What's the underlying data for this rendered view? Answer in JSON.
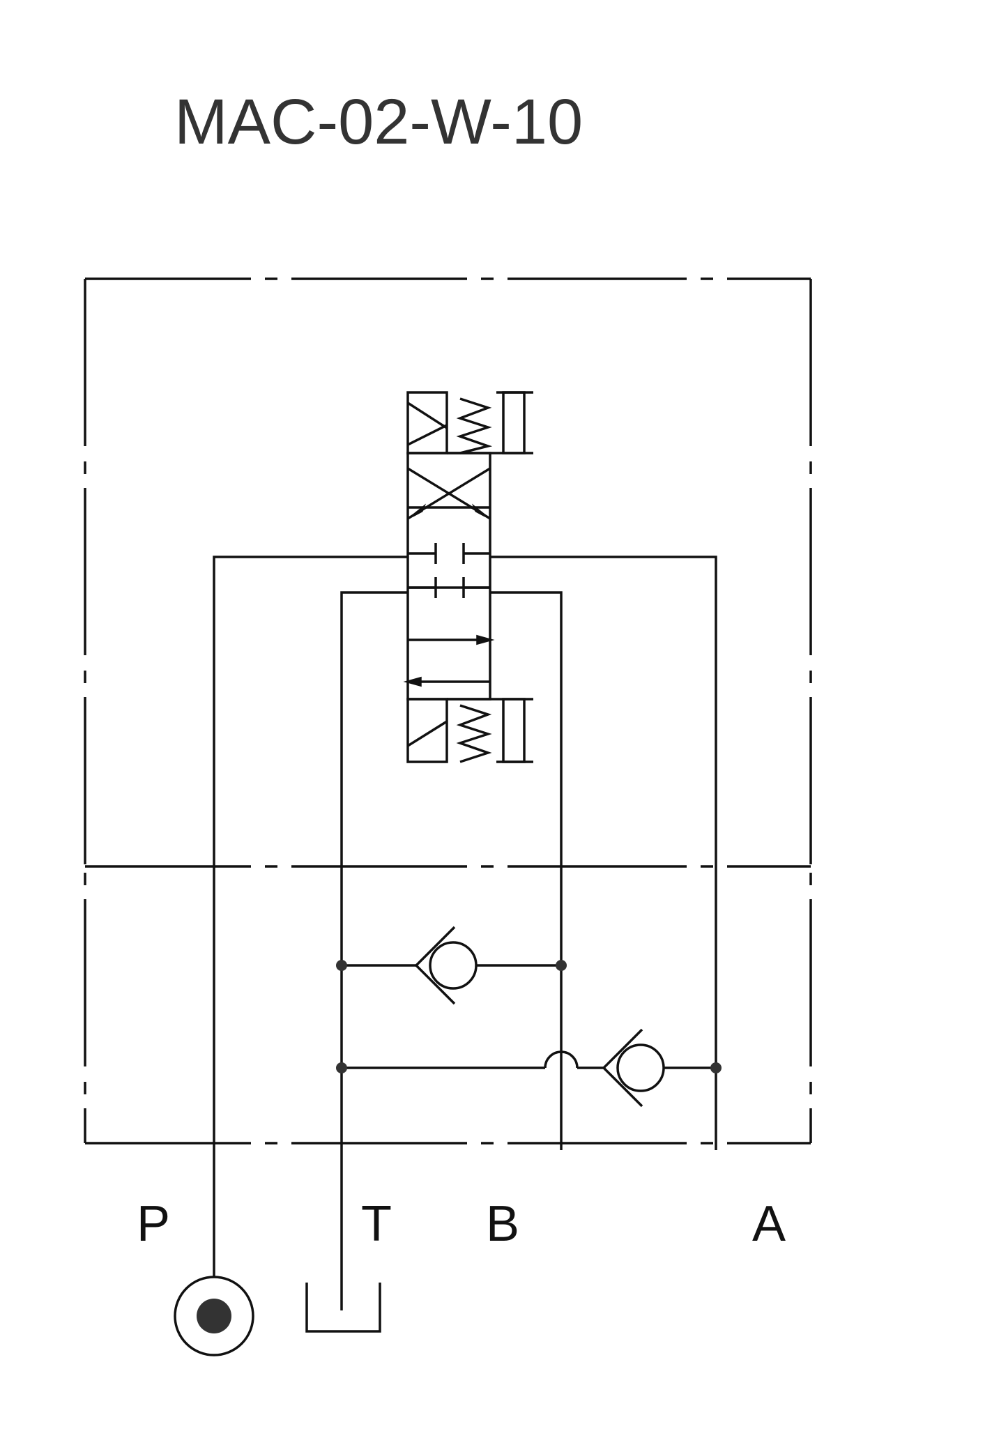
{
  "title": "MAC-02-W-10",
  "ports": {
    "p": "P",
    "t": "T",
    "b": "B",
    "a": "A"
  },
  "colors": {
    "line": "#111111",
    "text": "#333333",
    "background": "#ffffff"
  }
}
